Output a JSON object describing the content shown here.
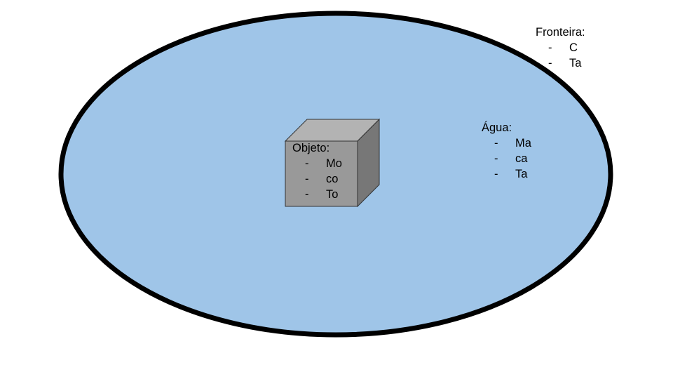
{
  "colors": {
    "water_fill": "#9fc5e8",
    "boundary_stroke": "#000000",
    "cube_front": "#999999",
    "cube_top": "#b3b3b3",
    "cube_side": "#777777"
  },
  "fronteira": {
    "title": "Fronteira:",
    "items": [
      {
        "bullet": "-",
        "text": "C"
      },
      {
        "bullet": "-",
        "text": "Ta"
      }
    ]
  },
  "agua": {
    "title": "Água:",
    "items": [
      {
        "bullet": "-",
        "text": "Ma"
      },
      {
        "bullet": "-",
        "text": "ca"
      },
      {
        "bullet": "-",
        "text": "Ta"
      }
    ]
  },
  "objeto": {
    "title": "Objeto:",
    "items": [
      {
        "bullet": "-",
        "text": "Mo"
      },
      {
        "bullet": "-",
        "text": "co"
      },
      {
        "bullet": "-",
        "text": "To"
      }
    ]
  }
}
